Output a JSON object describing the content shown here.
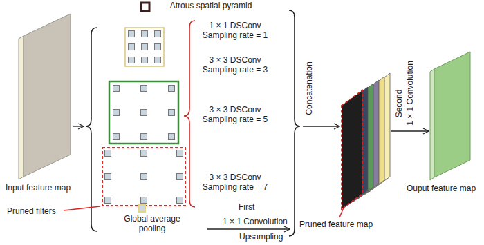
{
  "diagram": {
    "nodes": [
      {
        "text": [
          "Input feature map"
        ]
      },
      {
        "text": [
          "Pruned feature map"
        ]
      },
      {
        "text": [
          "Ouput feature map"
        ]
      }
    ],
    "edges": [
      {
        "from": 1,
        "to": 2,
        "arrow": "to"
      }
    ],
    "labels": [
      "Atrous spatial pyramid",
      "1 × 1 DSConv Sampling rate = 1",
      "3 × 3 DSConv Sampling rate = 3",
      "3 × 3 DSConv Sampling rate = 5",
      "3 × 3 DSConv Sampling rate = 7",
      "Concatenation",
      "Second",
      "1 × 1 Convolution",
      "Pruned filters",
      "Global average pooling",
      "First",
      "1 × 1 Convolution",
      "Upsampling"
    ]
  }
}
